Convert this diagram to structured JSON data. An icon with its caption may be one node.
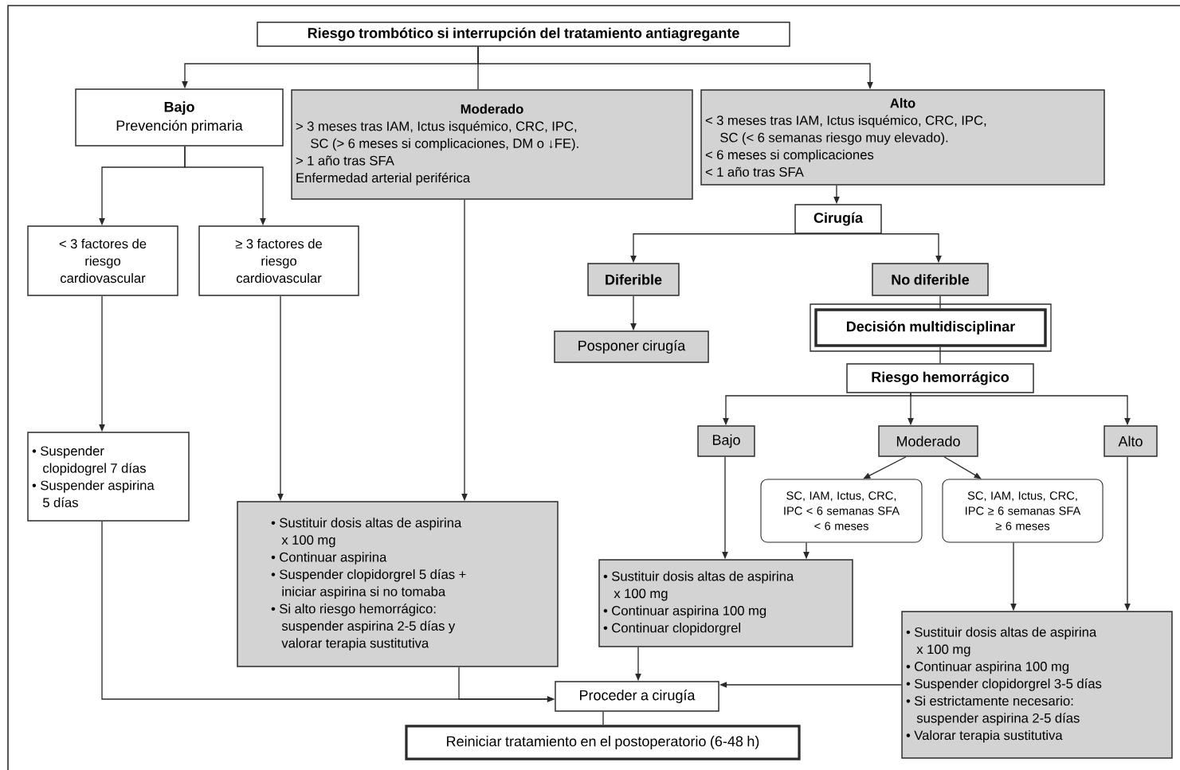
{
  "diagram": {
    "nodes": [
      {
        "text": [
          "Riesgo trombótico si interrupción del tratamiento antiagregante"
        ]
      },
      {
        "text": [
          "Bajo",
          "Prevención primaria"
        ]
      },
      {
        "text": [
          "Moderado",
          "> 3 meses tras IAM, Ictus isquémico, CRC, IPC, SC (> 6 meses si complicaciones, DM o ↓FE).",
          "> 1 año tras SFA",
          "Enfermedad arterial periférica"
        ]
      },
      {
        "text": [
          "Alto",
          "< 3 meses tras IAM, Ictus isquémico, CRC, IPC, SC (< 6 semanas riesgo muy elevado).",
          "< 6 meses si complicaciones",
          "< 1 año tras SFA"
        ]
      },
      {
        "text": [
          "< 3 factores de riesgo cardiovascular"
        ]
      },
      {
        "text": [
          "≥ 3 factores de riesgo cardiovascular"
        ]
      },
      {
        "text": [
          "Cirugía"
        ]
      },
      {
        "text": [
          "Diferible"
        ]
      },
      {
        "text": [
          "No diferible"
        ]
      },
      {
        "text": [
          "Posponer cirugía"
        ]
      },
      {
        "text": [
          "Decisión multidisciplinar"
        ]
      },
      {
        "text": [
          "Riesgo hemorrágico"
        ]
      },
      {
        "text": [
          "Bajo"
        ]
      },
      {
        "text": [
          "Moderado"
        ]
      },
      {
        "text": [
          "Alto"
        ]
      },
      {
        "text": [
          "SC, IAM, Ictus, CRC, IPC < 6 semanas SFA < 6 meses"
        ]
      },
      {
        "text": [
          "SC, IAM, Ictus, CRC, IPC ≥ 6 semanas SFA ≥ 6 meses"
        ]
      },
      {
        "text": [
          "• Suspender clopidogrel 7 días",
          "• Suspender aspirina 5 días"
        ]
      },
      {
        "text": [
          "• Sustituir dosis altas de aspirina x 100 mg",
          "• Continuar aspirina",
          "• Suspender clopidorgrel 5 días + iniciar aspirina si no tomaba",
          "• Si alto riesgo hemorrágico: suspender aspirina 2-5 días y valorar terapia sustitutiva"
        ]
      },
      {
        "text": [
          "• Sustituir dosis altas de aspirina x 100 mg",
          "• Continuar aspirina 100 mg",
          "• Continuar clopidorgrel"
        ]
      },
      {
        "text": [
          "• Sustituir dosis altas de aspirina x 100 mg",
          "• Continuar aspirina 100 mg",
          "• Suspender clopidorgrel 3-5 días",
          "• Si estrictamente necesario: suspender aspirina 2-5 días",
          "• Valorar terapia sustitutiva"
        ]
      },
      {
        "text": [
          "Proceder a cirugía"
        ]
      },
      {
        "text": [
          "Reiniciar tratamiento en el postoperatorio (6-48 h)"
        ]
      }
    ],
    "edges": [
      {
        "from": 0,
        "to": 1,
        "arrow": "to"
      },
      {
        "from": 0,
        "to": 2,
        "arrow": "none"
      },
      {
        "from": 0,
        "to": 3,
        "arrow": "to"
      },
      {
        "from": 1,
        "to": 4,
        "arrow": "to"
      },
      {
        "from": 1,
        "to": 5,
        "arrow": "to"
      },
      {
        "from": 4,
        "to": 17,
        "arrow": "to"
      },
      {
        "from": 5,
        "to": 18,
        "arrow": "to"
      },
      {
        "from": 2,
        "to": 18,
        "arrow": "to"
      },
      {
        "from": 3,
        "to": 6,
        "arrow": "to"
      },
      {
        "from": 6,
        "to": 7,
        "arrow": "to"
      },
      {
        "from": 6,
        "to": 8,
        "arrow": "to"
      },
      {
        "from": 7,
        "to": 9,
        "arrow": "to"
      },
      {
        "from": 8,
        "to": 10,
        "arrow": "none"
      },
      {
        "from": 10,
        "to": 11,
        "arrow": "none"
      },
      {
        "from": 11,
        "to": 12,
        "arrow": "to"
      },
      {
        "from": 11,
        "to": 13,
        "arrow": "to"
      },
      {
        "from": 11,
        "to": 14,
        "arrow": "to"
      },
      {
        "from": 13,
        "to": 15,
        "arrow": "to"
      },
      {
        "from": 13,
        "to": 16,
        "arrow": "to"
      },
      {
        "from": 12,
        "to": 19,
        "arrow": "to"
      },
      {
        "from": 15,
        "to": 19,
        "arrow": "to"
      },
      {
        "from": 16,
        "to": 20,
        "arrow": "to"
      },
      {
        "from": 14,
        "to": 20,
        "arrow": "to"
      },
      {
        "from": 17,
        "to": 21,
        "arrow": "to"
      },
      {
        "from": 18,
        "to": 21,
        "arrow": "to"
      },
      {
        "from": 19,
        "to": 21,
        "arrow": "to"
      },
      {
        "from": 20,
        "to": 21,
        "arrow": "to"
      },
      {
        "from": 21,
        "to": 22,
        "arrow": "none"
      }
    ]
  }
}
